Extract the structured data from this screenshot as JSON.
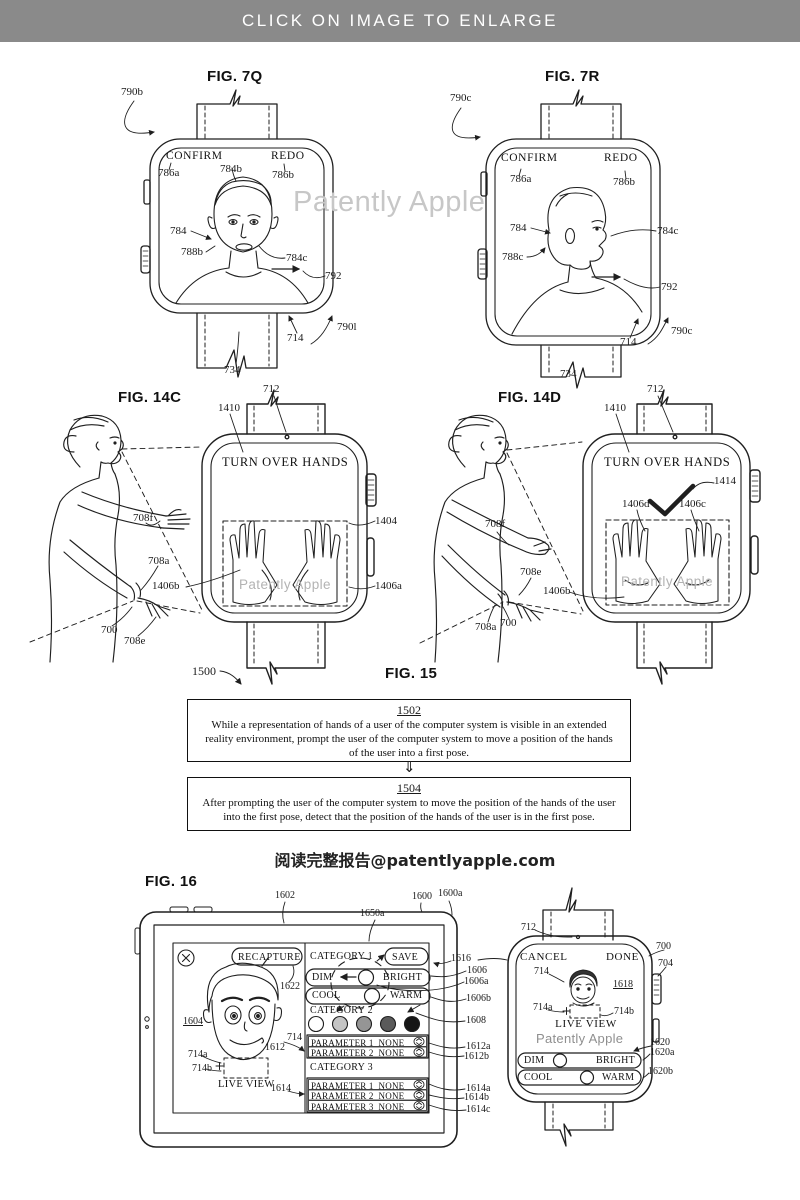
{
  "banner": {
    "text": "CLICK ON IMAGE TO ENLARGE"
  },
  "watermark_large": "Patently Apple",
  "fig7q": {
    "title": "FIG. 7Q",
    "screen": {
      "confirm": "CONFIRM",
      "redo": "REDO"
    },
    "refs": {
      "r790b": "790b",
      "r786a": "786a",
      "r784b": "784b",
      "r786b": "786b",
      "r784": "784",
      "r788b": "788b",
      "r784c": "784c",
      "r792": "792",
      "r714": "714",
      "r790l": "790l",
      "r734": "734"
    }
  },
  "fig7r": {
    "title": "FIG. 7R",
    "screen": {
      "confirm": "CONFIRM",
      "redo": "REDO"
    },
    "refs": {
      "r790c_top": "790c",
      "r786a": "786a",
      "r786b": "786b",
      "r784": "784",
      "r788c": "788c",
      "r784c": "784c",
      "r792": "792",
      "r714": "714",
      "r790c_bot": "790c",
      "r734": "734"
    }
  },
  "fig14c": {
    "title": "FIG. 14C",
    "screen_text": "TURN OVER HANDS",
    "watermark": "Patently Apple",
    "refs": {
      "r712": "712",
      "r1410": "1410",
      "r1404": "1404",
      "r1406a": "1406a",
      "r1406b": "1406b",
      "r708f": "708f",
      "r708a": "708a",
      "r708e": "708e",
      "r700": "700"
    }
  },
  "fig14d": {
    "title": "FIG. 14D",
    "screen_text": "TURN OVER HANDS",
    "watermark": "Patently Apple",
    "refs": {
      "r712": "712",
      "r1410": "1410",
      "r1414": "1414",
      "r1406d": "1406d",
      "r1406c": "1406c",
      "r1406b": "1406b",
      "r708f": "708f",
      "r708e": "708e",
      "r708a": "708a",
      "r700": "700"
    }
  },
  "fig15": {
    "title": "FIG. 15",
    "ref": "1500",
    "arrow": "⇓",
    "steps": [
      {
        "num": "1502",
        "text": "While a representation of hands of a user of the computer system is visible in an extended reality environment, prompt the user of the computer system to move a position of the hands of the user into a first pose."
      },
      {
        "num": "1504",
        "text": "After prompting the user of the computer system to move the position of the hands of the user into the first pose, detect that the position of the hands of the user is in the first pose."
      }
    ]
  },
  "footer_cn": "阅读完整报告@patentlyapple.com",
  "fig16": {
    "title": "FIG. 16",
    "tablet": {
      "recapture": "RECAPTURE",
      "category1": "CATEGORY 1",
      "save": "SAVE",
      "dim": "DIM",
      "bright": "BRIGHT",
      "cool": "COOL",
      "warm": "WARM",
      "category2": "CATEGORY 2",
      "category3": "CATEGORY 3",
      "live_view": "LIVE VIEW",
      "swatches": [
        "#ffffff",
        "#c4c4c4",
        "#959595",
        "#5a5a5a",
        "#161616"
      ],
      "cat2_rows": [
        {
          "label": "PARAMETER 1",
          "value": "NONE"
        },
        {
          "label": "PARAMETER 2",
          "value": "NONE"
        }
      ],
      "cat3_rows": [
        {
          "label": "PARAMETER 1",
          "value": "NONE"
        },
        {
          "label": "PARAMETER 2",
          "value": "NONE"
        },
        {
          "label": "PARAMETER 3",
          "value": "NONE"
        }
      ],
      "refs": {
        "r1602": "1602",
        "r1650a": "1650a",
        "r1600": "1600",
        "r1600a": "1600a",
        "r1622": "1622",
        "r1604": "1604",
        "r714a": "714a",
        "r714b": "714b",
        "r714": "714",
        "r1612": "1612",
        "r1614": "1614",
        "r1616": "1616",
        "r1606": "1606",
        "r1606a": "1606a",
        "r1606b": "1606b",
        "r1608": "1608",
        "r1612a": "1612a",
        "r1612b": "1612b",
        "r1614a": "1614a",
        "r1614b": "1614b",
        "r1614c": "1614c"
      }
    },
    "watch": {
      "cancel": "CANCEL",
      "done": "DONE",
      "live_view": "LIVE VIEW",
      "watermark": "Patently Apple",
      "dim": "DIM",
      "bright": "BRIGHT",
      "cool": "COOL",
      "warm": "WARM",
      "refs": {
        "r712": "712",
        "r700": "700",
        "r704": "704",
        "r714": "714",
        "r1618": "1618",
        "r714a": "714a",
        "r714b": "714b",
        "r1620": "1620",
        "r1620a": "1620a",
        "r1620b": "1620b"
      }
    }
  }
}
